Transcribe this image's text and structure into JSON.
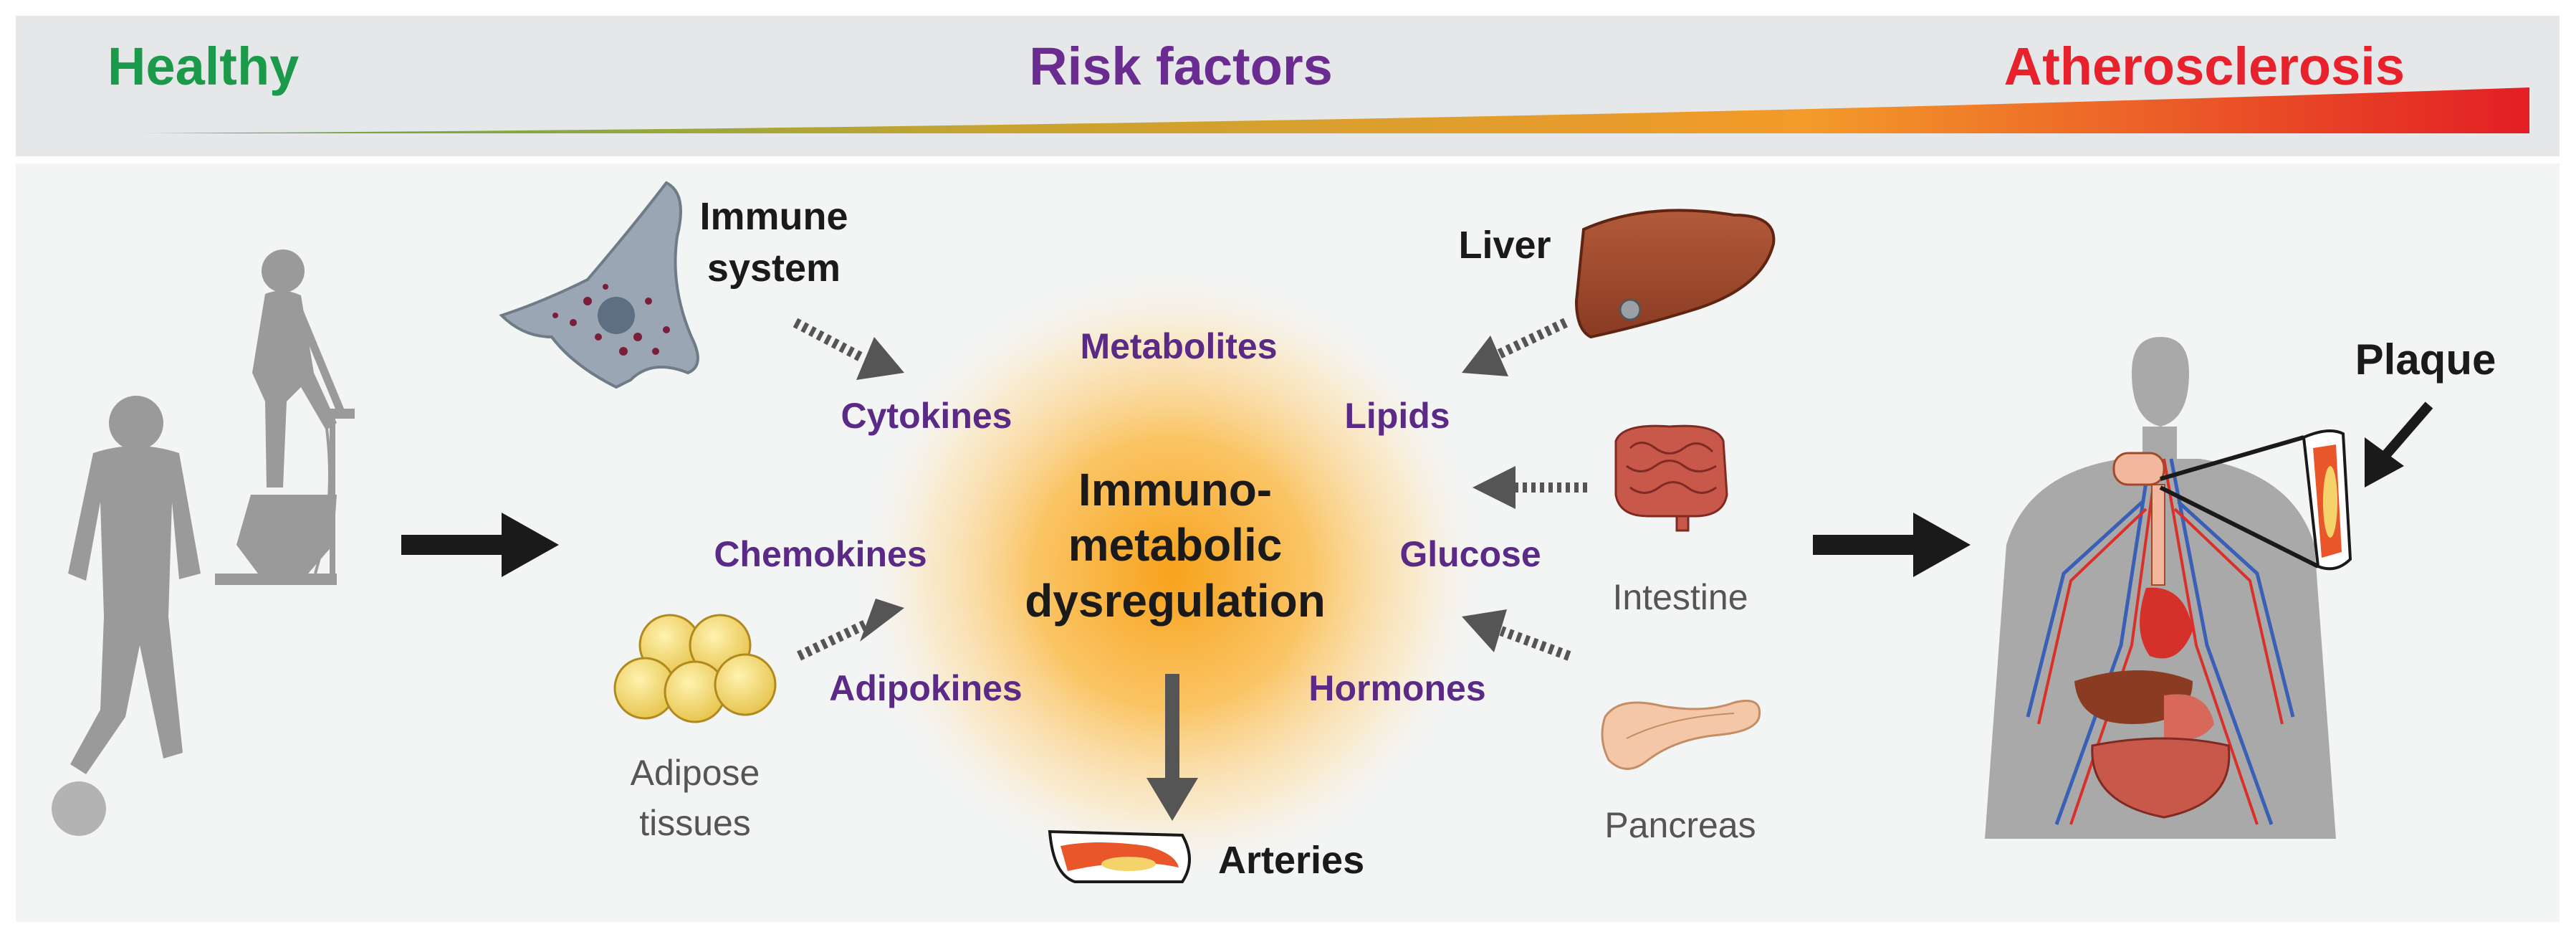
{
  "header": {
    "healthy": "Healthy",
    "risk_factors": "Risk factors",
    "atherosclerosis": "Atherosclerosis"
  },
  "center": {
    "line1": "Immuno-",
    "line2": "metabolic",
    "line3": "dysregulation"
  },
  "factors": {
    "metabolites": "Metabolites",
    "cytokines": "Cytokines",
    "lipids": "Lipids",
    "chemokines": "Chemokines",
    "glucose": "Glucose",
    "adipokines": "Adipokines",
    "hormones": "Hormones"
  },
  "sources": {
    "immune_line1": "Immune",
    "immune_line2": "system",
    "liver": "Liver",
    "intestine": "Intestine",
    "adipose_line1": "Adipose",
    "adipose_line2": "tissues",
    "pancreas": "Pancreas"
  },
  "outcome": {
    "arteries": "Arteries",
    "plaque": "Plaque"
  },
  "colors": {
    "healthy": "#1a9a4a",
    "risk": "#6a2c91",
    "athero": "#e8222d",
    "factor": "#5b2a86",
    "panel": "#f3f4f4",
    "header_band": "#e6e7e8",
    "silhouette": "#9a9a9a",
    "arrow": "#1a1a1a"
  }
}
